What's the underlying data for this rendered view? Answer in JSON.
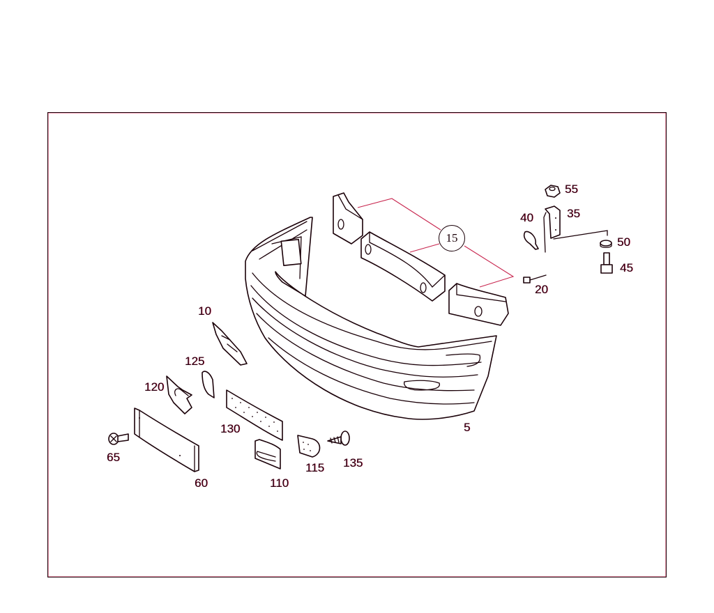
{
  "diagram": {
    "type": "exploded parts diagram",
    "subject": "front bumper assembly",
    "line_color": "#1a0008",
    "accent_color": "#c8254e",
    "parts": [
      {
        "id": "5",
        "label": "5",
        "description": "bumper cover"
      },
      {
        "id": "10",
        "label": "10",
        "description": "bracket"
      },
      {
        "id": "15",
        "label": "15",
        "description": "impact absorbers (3 pieces)",
        "callout": true
      },
      {
        "id": "20",
        "label": "20",
        "description": "pin"
      },
      {
        "id": "35",
        "label": "35",
        "description": "mounting bracket"
      },
      {
        "id": "40",
        "label": "40",
        "description": "expansion screw"
      },
      {
        "id": "45",
        "label": "45",
        "description": "bolt"
      },
      {
        "id": "50",
        "label": "50",
        "description": "washer"
      },
      {
        "id": "55",
        "label": "55",
        "description": "hex nut"
      },
      {
        "id": "60",
        "label": "60",
        "description": "license plate base"
      },
      {
        "id": "65",
        "label": "65",
        "description": "screw"
      },
      {
        "id": "110",
        "label": "110",
        "description": "clip"
      },
      {
        "id": "115",
        "label": "115",
        "description": "pad"
      },
      {
        "id": "120",
        "label": "120",
        "description": "clip"
      },
      {
        "id": "125",
        "label": "125",
        "description": "pad"
      },
      {
        "id": "130",
        "label": "130",
        "description": "adhesive strip"
      },
      {
        "id": "135",
        "label": "135",
        "description": "screw"
      }
    ]
  },
  "labels": {
    "p5": "5",
    "p10": "10",
    "p15": "15",
    "p20": "20",
    "p35": "35",
    "p40": "40",
    "p45": "45",
    "p50": "50",
    "p55": "55",
    "p60": "60",
    "p65": "65",
    "p110": "110",
    "p115": "115",
    "p120": "120",
    "p125": "125",
    "p130": "130",
    "p135": "135"
  }
}
